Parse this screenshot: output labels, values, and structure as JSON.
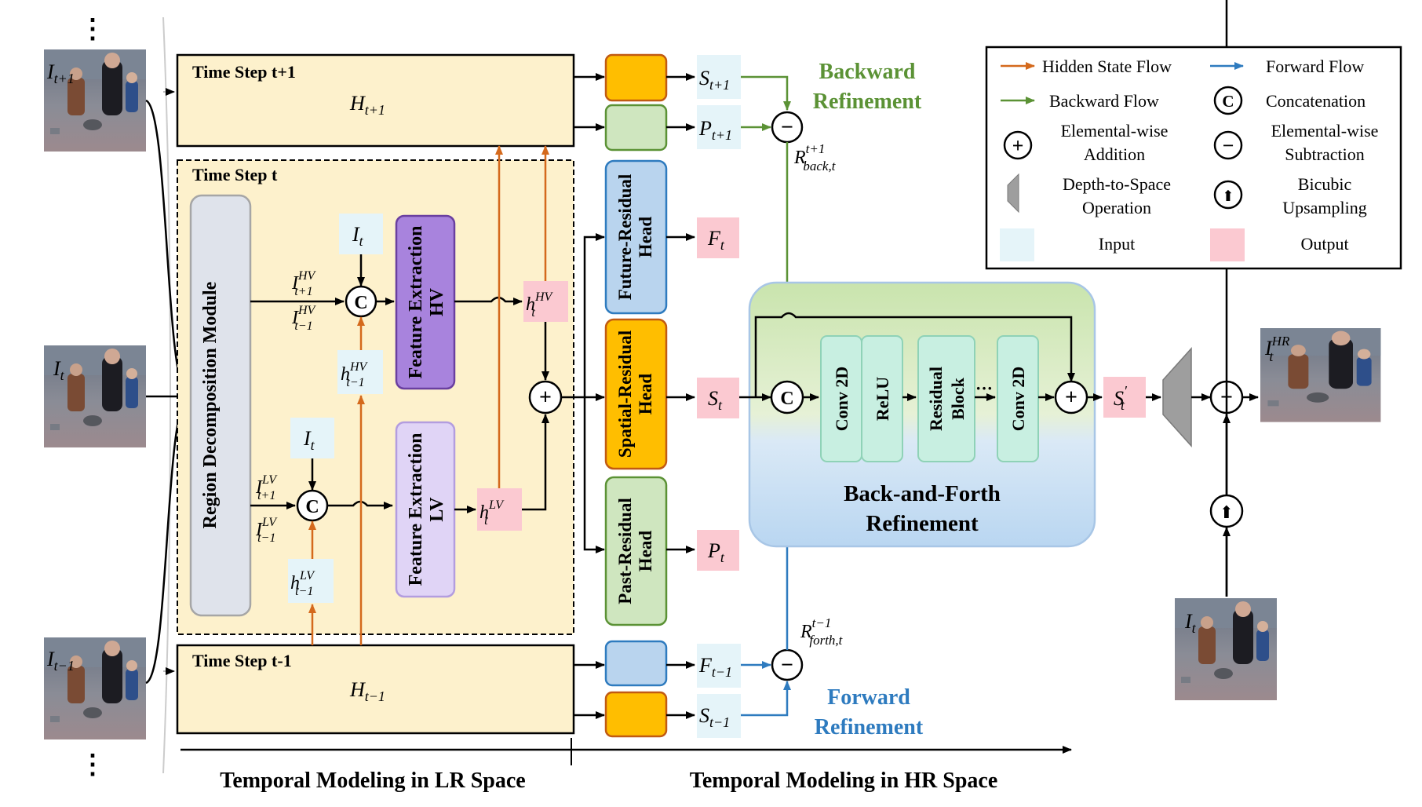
{
  "title_lr": "Temporal Modeling in LR Space",
  "title_hr": "Temporal Modeling in HR Space",
  "ellipsis": "⋮",
  "time_steps": {
    "next": {
      "label": "Time Step t+1",
      "state": "H",
      "state_sub": "t+1"
    },
    "curr": {
      "label": "Time Step t"
    },
    "prev": {
      "label": "Time Step t-1",
      "state": "H",
      "state_sub": "t−1"
    }
  },
  "region_module": "Region Decomposition Module",
  "feature_hv": {
    "line1": "Feature Extraction",
    "line2": "HV"
  },
  "feature_lv": {
    "line1": "Feature Extraction",
    "line2": "LV"
  },
  "heads": {
    "future": {
      "line1": "Future-Residual",
      "line2": "Head"
    },
    "spatial": {
      "line1": "Spatial-Residual",
      "line2": "Head"
    },
    "past": {
      "line1": "Past-Residual",
      "line2": "Head"
    }
  },
  "backward_refinement": {
    "line1": "Backward",
    "line2": "Refinement"
  },
  "forward_refinement": {
    "line1": "Forward",
    "line2": "Refinement"
  },
  "baf": {
    "line1": "Back-and-Forth",
    "line2": "Refinement"
  },
  "layers": {
    "conv1": "Conv 2D",
    "relu": "ReLU",
    "res1": "Residual",
    "res2": "Block",
    "dots": "···",
    "conv2": "Conv 2D"
  },
  "symbols": {
    "concat": "C",
    "add": "+",
    "sub": "−",
    "up": "⬆"
  },
  "labels": {
    "S": "S",
    "P": "P",
    "F": "F",
    "I": "I",
    "h": "h",
    "R": "R",
    "sub_t1": "t+1",
    "sub_t": "t",
    "sub_tm1": "t−1",
    "sup_hv": "HV",
    "sup_lv": "LV",
    "sup_hr": "HR",
    "R_back_sup": "t+1",
    "R_back_sub": "back,t",
    "R_forth_sup": "t−1",
    "R_forth_sub": "forth,t",
    "prime": "′"
  },
  "legend": {
    "hidden": "Hidden State Flow",
    "forward": "Forward Flow",
    "backward": "Backward Flow",
    "concat": "Concatenation",
    "add1": "Elemental-wise",
    "add2": "Addition",
    "sub1": "Elemental-wise",
    "sub2": "Subtraction",
    "d2s1": "Depth-to-Space",
    "d2s2": "Operation",
    "up1": "Bicubic",
    "up2": "Upsampling",
    "input": "Input",
    "output": "Output"
  },
  "colors": {
    "hidden": "#d4691c",
    "forward": "#2e7bbf",
    "backward": "#5b9235",
    "state_fill": "#fdf1cc",
    "orange_head": "#ffbe00",
    "green_head": "#cfe6bf",
    "blue_head": "#b9d4ee",
    "input_fill": "#e5f4f9",
    "output_fill": "#fbc9d1",
    "layer_fill": "#c8efe1"
  }
}
